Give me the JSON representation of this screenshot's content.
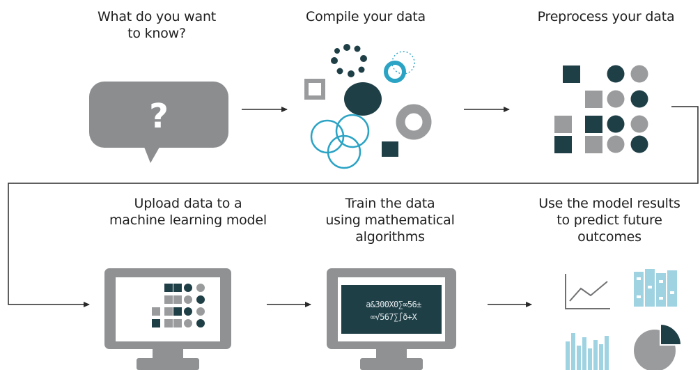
{
  "steps": [
    {
      "lines": [
        "What do you want",
        "to know?"
      ]
    },
    {
      "lines": [
        "Compile your data"
      ]
    },
    {
      "lines": [
        "Preprocess your data"
      ]
    },
    {
      "lines": [
        "Upload data to a",
        "machine learning model"
      ]
    },
    {
      "lines": [
        "Train the data",
        "using mathematical",
        "algorithms"
      ]
    },
    {
      "lines": [
        "Use the model results",
        "to predict future",
        "outcomes"
      ]
    }
  ],
  "speech_bubble": {
    "glyph": "?"
  },
  "formula_lines": [
    "a&300X0∑∞56±",
    "∞√567∑∫ð+X"
  ],
  "colors": {
    "dark": "#1f3f47",
    "gray": "#9a9b9d",
    "teal": "#2ba3c4",
    "light_teal": "#9fd3e2",
    "bubble": "#8b8d8f",
    "monitor": "#8f9193",
    "arrow": "#2a2a2a"
  }
}
